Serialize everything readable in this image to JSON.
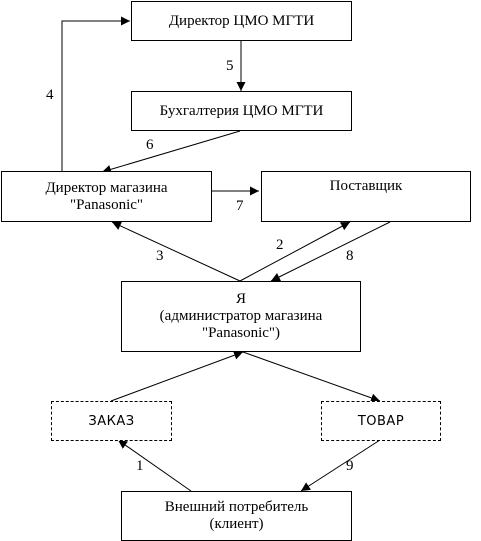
{
  "diagram": {
    "boxes": {
      "director_cmo": "Директор ЦМО МГТИ",
      "accounting_cmo": "Бухгалтерия ЦМО МГТИ",
      "store_director": "Директор магазина\n\"Panasonic\"",
      "supplier": "Поставщик",
      "admin": "Я\n(администратор магазина\n\"Panasonic\")",
      "order": "ЗАКАЗ",
      "goods": "ТОВАР",
      "customer": "Внешний потребитель\n(клиент)"
    },
    "arrows": {
      "n1": "1",
      "n2": "2",
      "n3": "3",
      "n4": "4",
      "n5": "5",
      "n6": "6",
      "n7": "7",
      "n8": "8",
      "n9": "9"
    }
  }
}
